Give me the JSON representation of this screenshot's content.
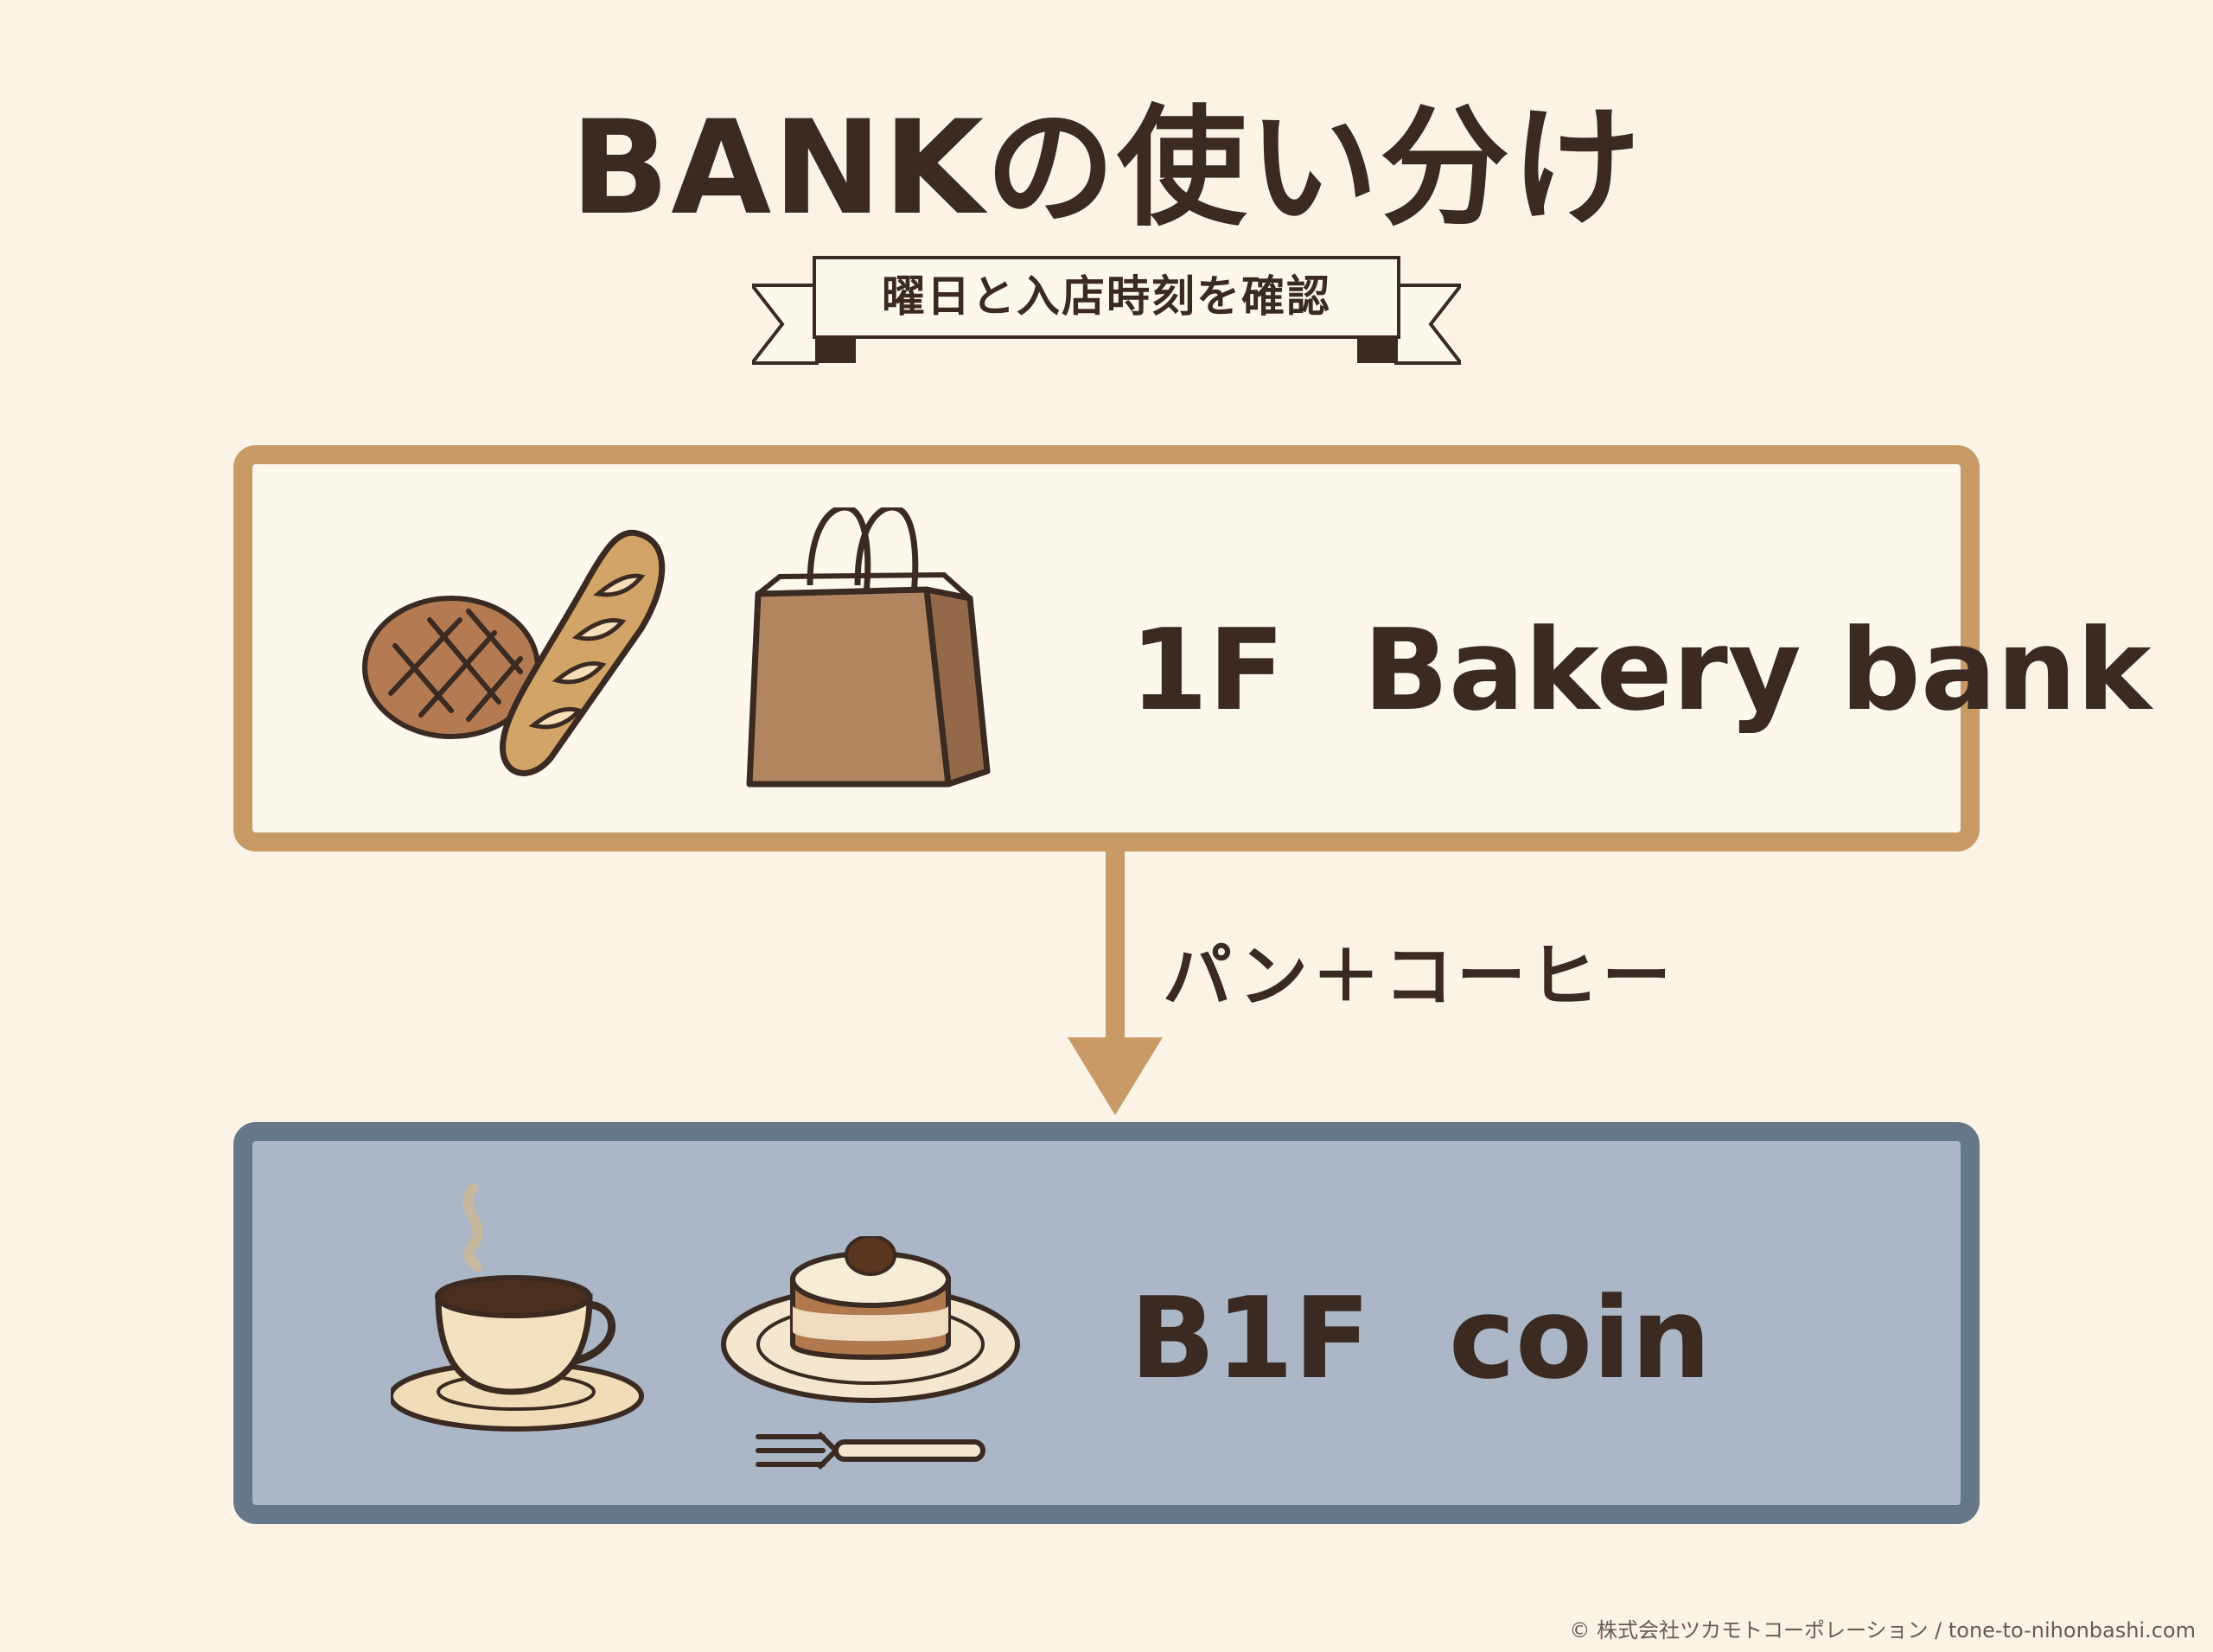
{
  "title": "BANKの使い分け",
  "subtitle_ribbon": "曜日と入店時刻を確認",
  "floors": [
    {
      "label": "1F  Bakery bank",
      "icons": [
        "melon-bread-icon",
        "baguette-icon",
        "shopping-bag-icon"
      ],
      "colors": {
        "border": "#c89a66",
        "fill": "#fdf8ee"
      }
    },
    {
      "label": "B1F  coin",
      "icons": [
        "coffee-cup-icon",
        "cake-plate-icon",
        "fork-icon"
      ],
      "colors": {
        "border": "#66778a",
        "fill": "#abb7c6"
      }
    }
  ],
  "connector": {
    "label": "パン＋コーヒー",
    "color": "#c89a66"
  },
  "footer": "© 株式会社ツカモトコーポレーション / tone-to-nihonbashi.com"
}
